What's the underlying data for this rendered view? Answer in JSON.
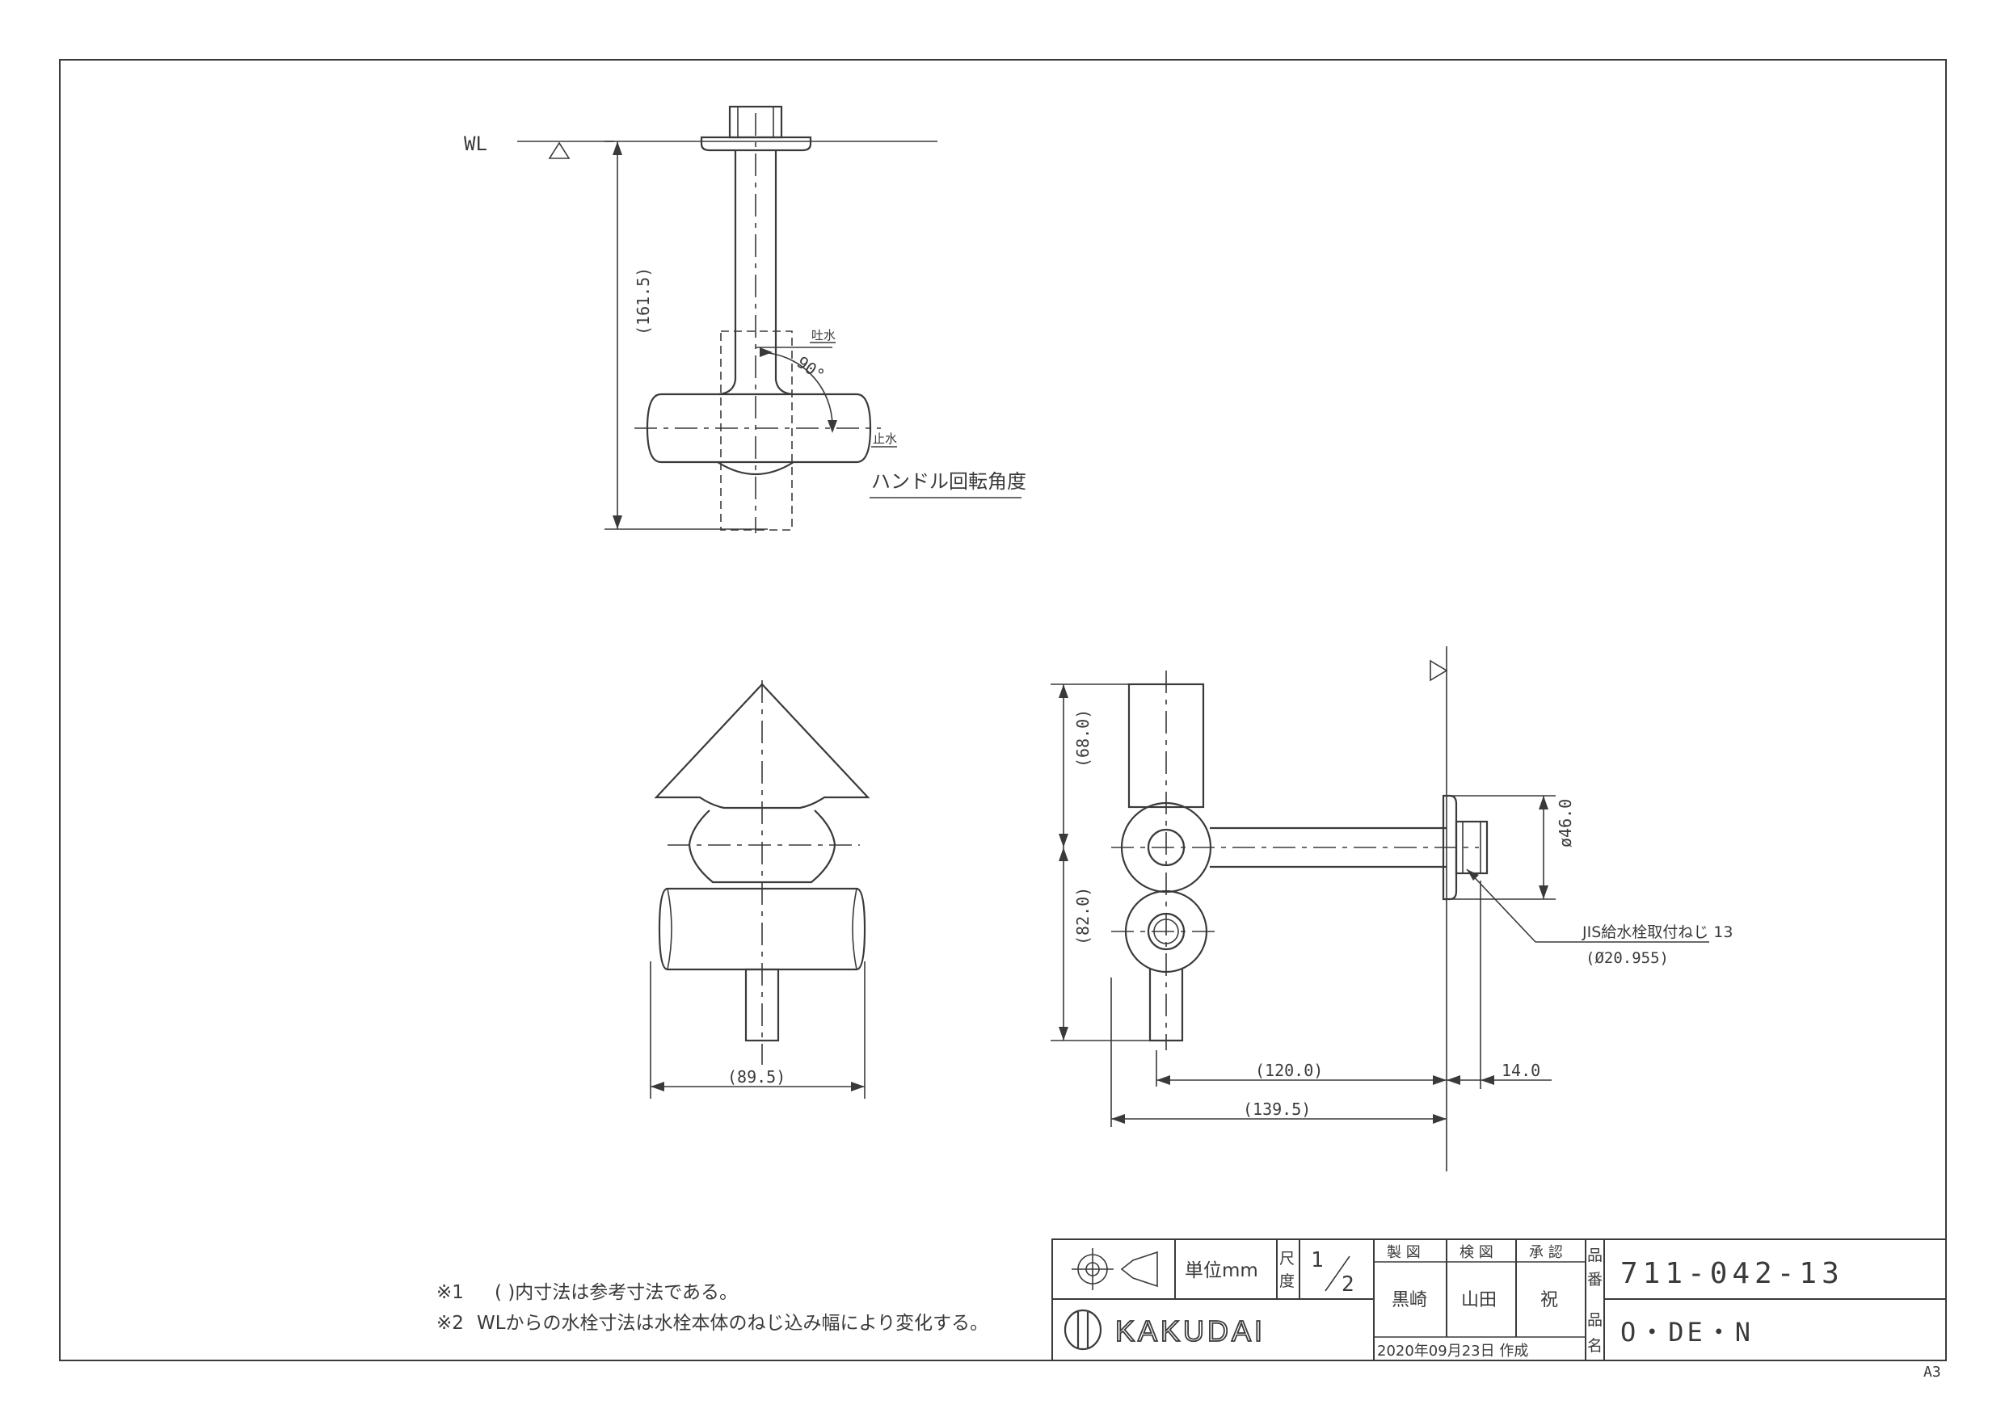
{
  "drawing": {
    "wl_label": "WL",
    "dim_height": "(161.5)",
    "angle_label": "90°",
    "open_label": "吐水",
    "close_label": "止水",
    "handle_note": "ハンドル回転角度",
    "dim_width_front": "(89.5)",
    "dim_upper": "(68.0)",
    "dim_lower": "(82.0)",
    "dim_flange": "ø46.0",
    "dim_120": "(120.0)",
    "dim_14": "14.0",
    "dim_139": "(139.5)",
    "thread_note_1": "JIS給水栓取付ねじ 13",
    "thread_note_2": "(Ø20.955)"
  },
  "notes": [
    {
      "mark": "※1",
      "text": "( )内寸法は参考寸法である。"
    },
    {
      "mark": "※2",
      "text": "WLからの水栓寸法は水栓本体のねじ込み幅により変化する。"
    }
  ],
  "title_block": {
    "unit_label": "単位mm",
    "scale_label": "尺度",
    "scale_num": "1",
    "scale_den": "2",
    "drawn_label": "製 図",
    "checked_label": "検 図",
    "approved_label": "承 認",
    "drawn_by": "黒崎",
    "checked_by": "山田",
    "approved_by": "祝",
    "date": "2020年09月23日 作成",
    "part_no_label": "品番",
    "part_no": "711-042-13",
    "part_name_label": "品名",
    "part_name": "O・DE・N",
    "company": "KAKUDAI"
  },
  "sheet_size": "A3"
}
